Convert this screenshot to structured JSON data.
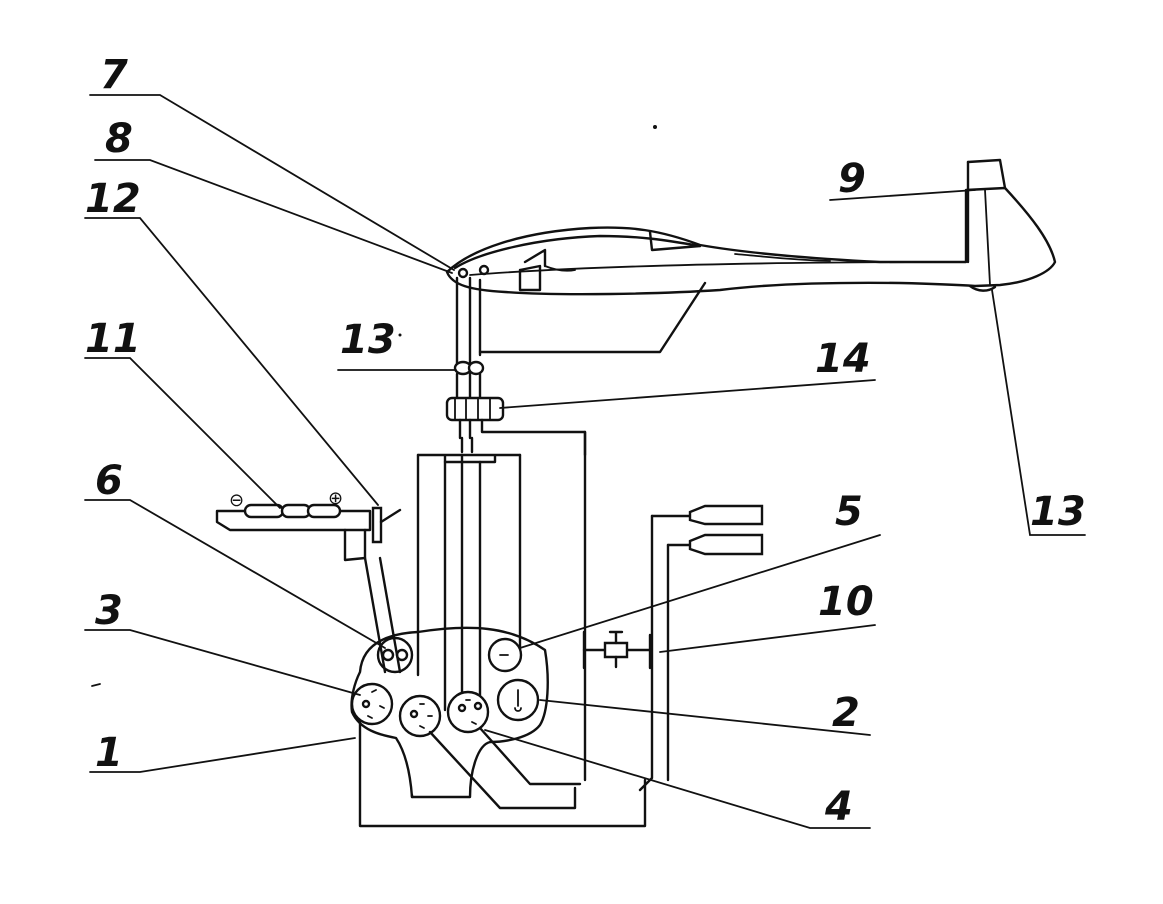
{
  "callouts": [
    {
      "id": "7",
      "text": "7"
    },
    {
      "id": "8",
      "text": "8"
    },
    {
      "id": "12",
      "text": "12"
    },
    {
      "id": "11",
      "text": "11"
    },
    {
      "id": "6",
      "text": "6"
    },
    {
      "id": "3",
      "text": "3"
    },
    {
      "id": "1",
      "text": "1"
    },
    {
      "id": "13a",
      "text": "13"
    },
    {
      "id": "14",
      "text": "14"
    },
    {
      "id": "9",
      "text": "9"
    },
    {
      "id": "13b",
      "text": "13"
    },
    {
      "id": "5",
      "text": "5"
    },
    {
      "id": "10",
      "text": "10"
    },
    {
      "id": "2",
      "text": "2"
    },
    {
      "id": "4",
      "text": "4"
    }
  ],
  "battery": {
    "minus_symbol": "⊖",
    "plus_symbol": "⊕"
  }
}
